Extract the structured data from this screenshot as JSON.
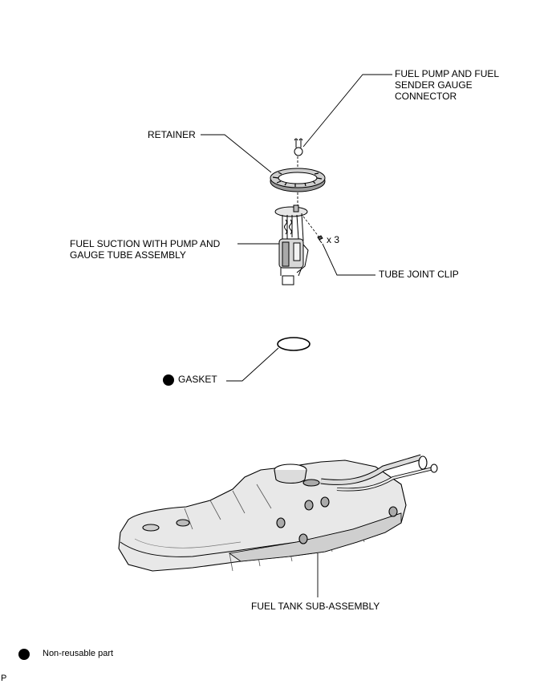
{
  "labels": {
    "connector": "FUEL PUMP AND FUEL\nSENDER GAUGE\nCONNECTOR",
    "retainer": "RETAINER",
    "suction": "FUEL SUCTION WITH PUMP AND\nGAUGE TUBE ASSEMBLY",
    "clip_qty": "x 3",
    "tube_clip": "TUBE JOINT CLIP",
    "gasket": "GASKET",
    "tank": "FUEL TANK SUB-ASSEMBLY"
  },
  "legend": {
    "non_reusable": "Non-reusable part"
  },
  "corner_code": "P"
}
